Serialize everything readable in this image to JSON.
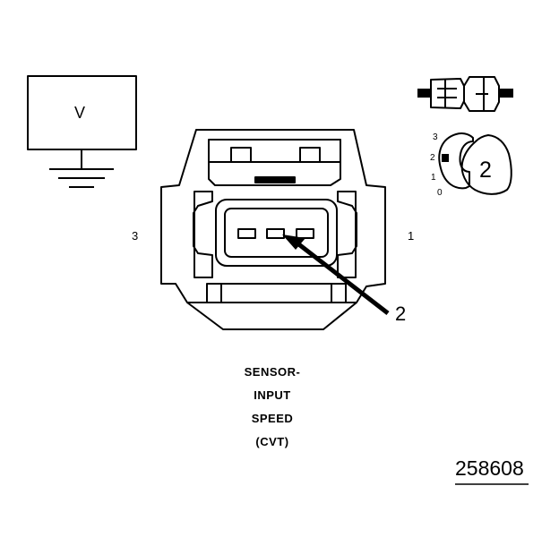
{
  "meter": {
    "label": "V"
  },
  "connector": {
    "pin_left": "3",
    "pin_right": "1",
    "callout": "2"
  },
  "inset": {
    "positions": [
      "3",
      "2",
      "1",
      "0"
    ],
    "selected": "2"
  },
  "caption": {
    "lines": [
      "SENSOR-",
      "INPUT",
      "SPEED",
      "(CVT)"
    ]
  },
  "figure_id": "258608",
  "colors": {
    "ink": "#000000",
    "background": "#ffffff"
  }
}
